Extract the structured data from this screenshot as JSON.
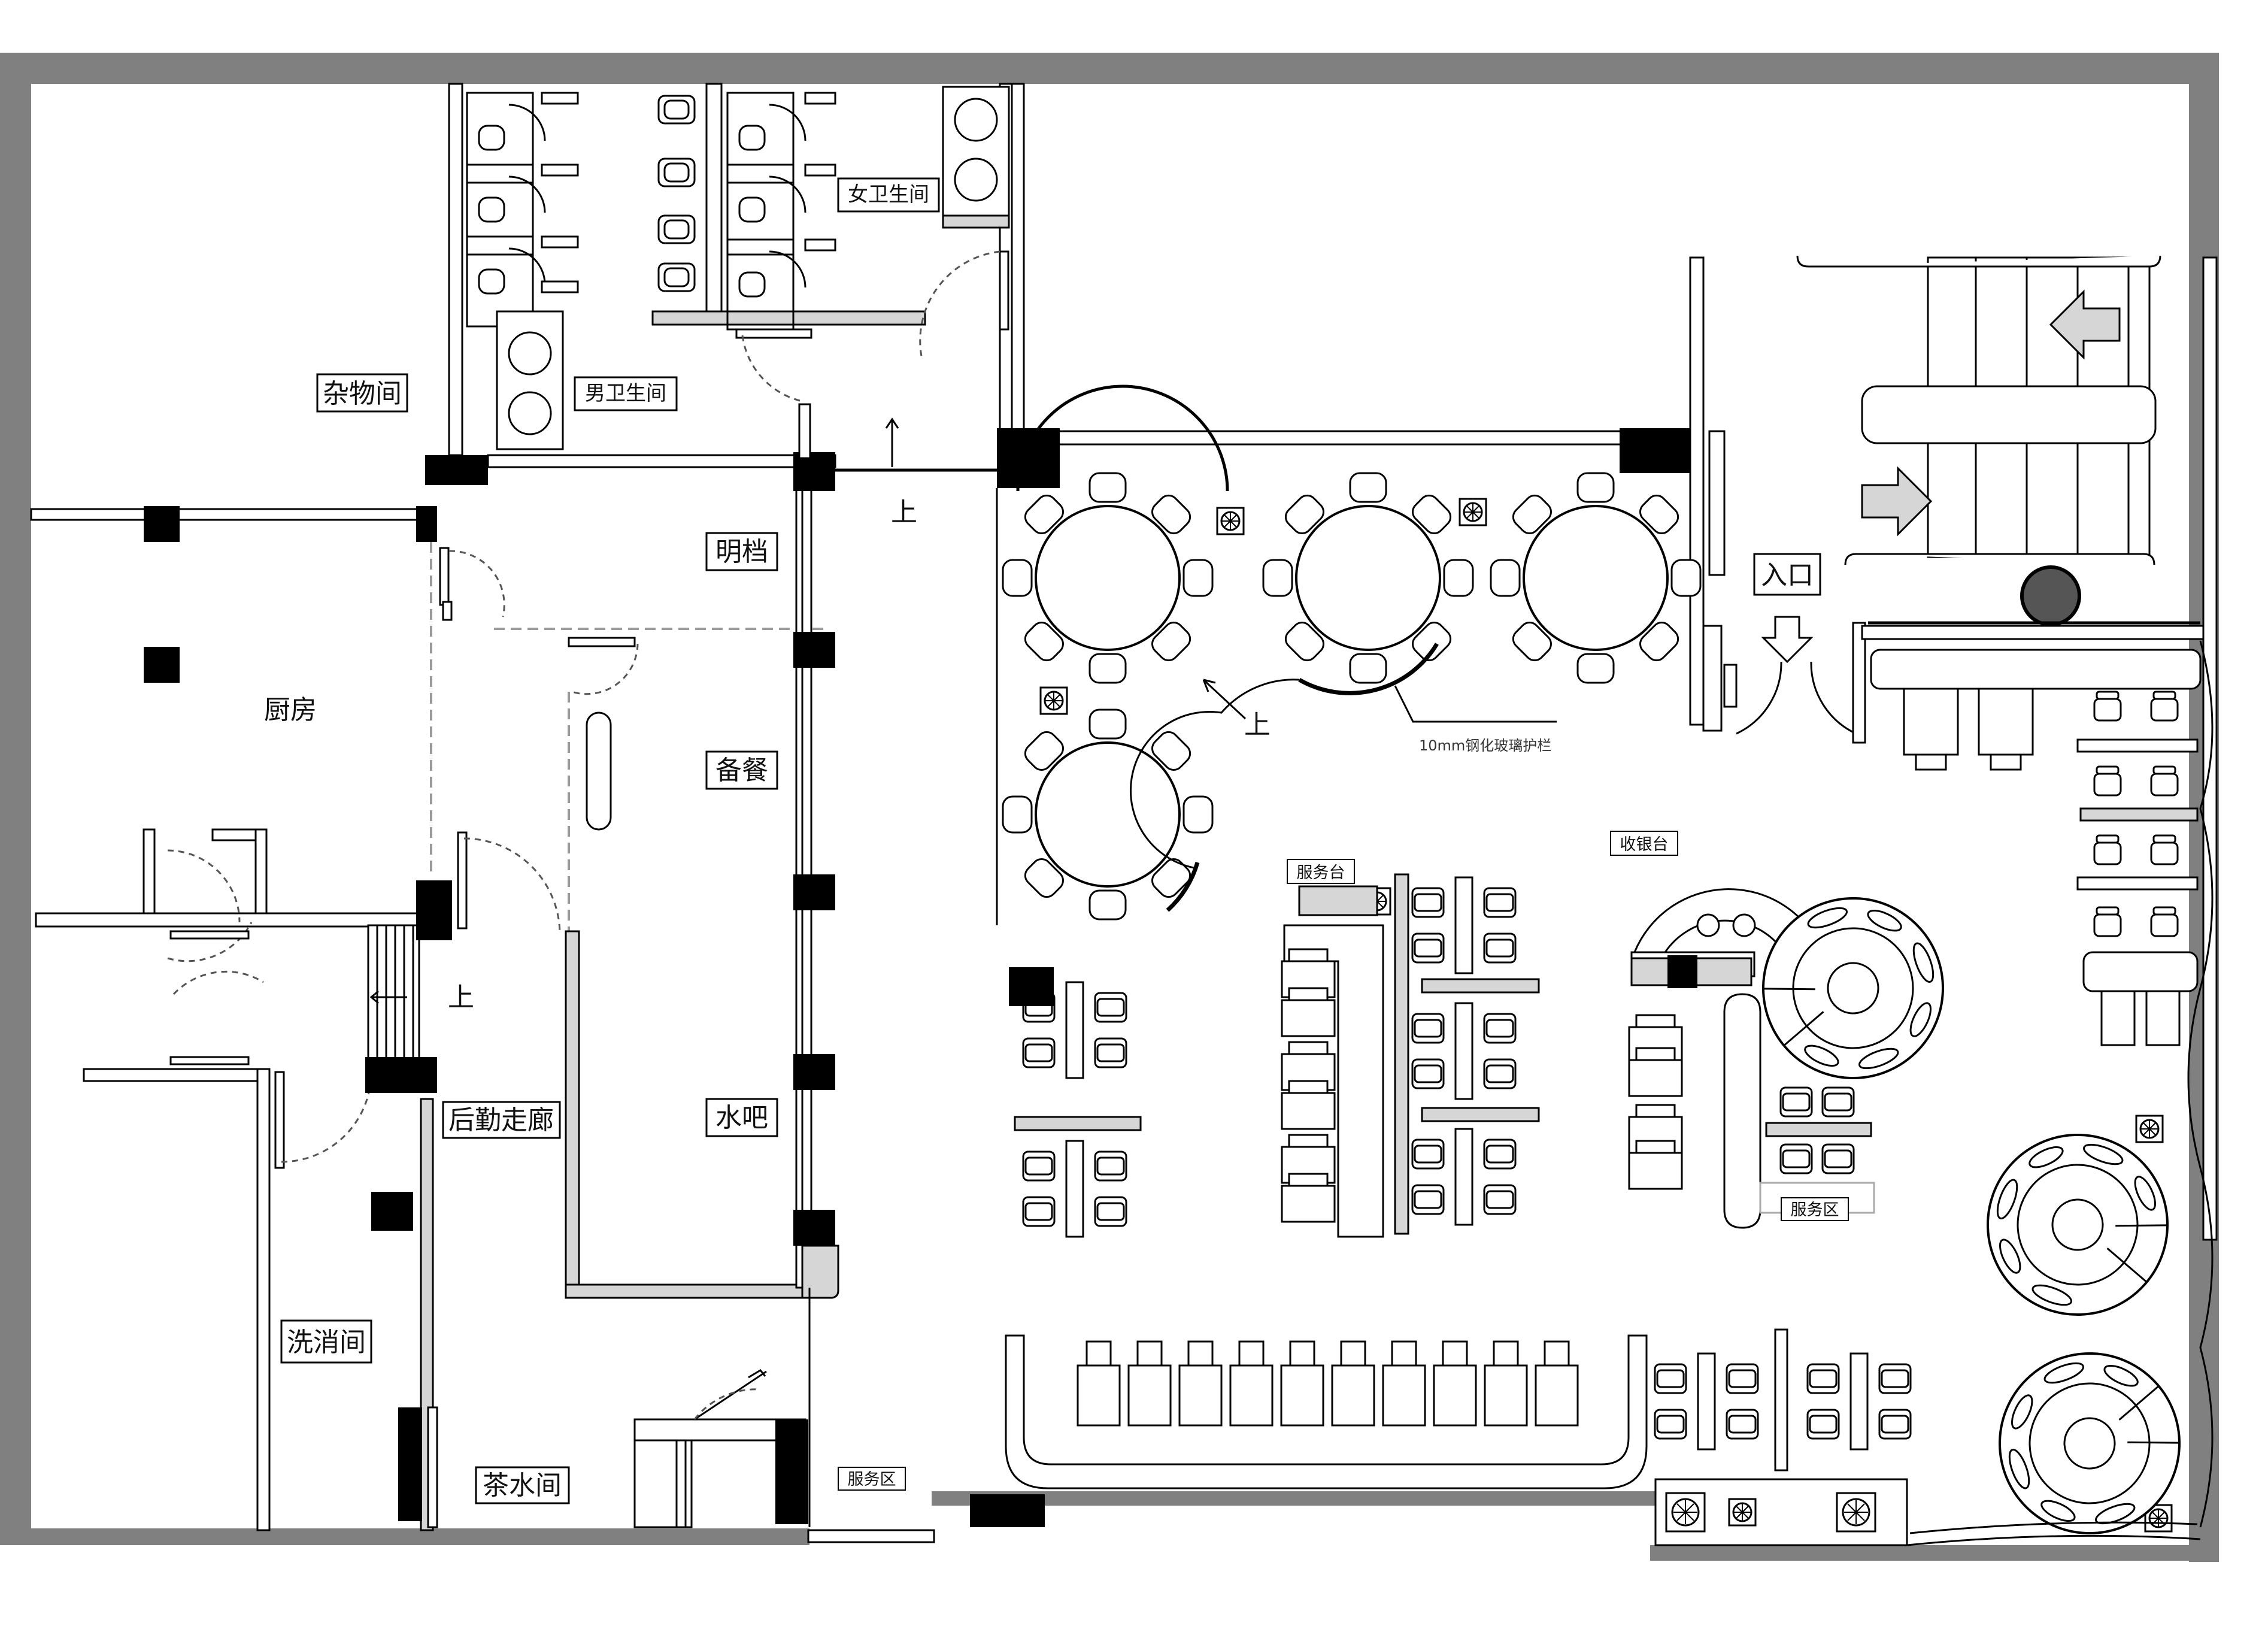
{
  "rooms": {
    "storage": "杂物间",
    "kitchen": "厨房",
    "mens_restroom": "男卫生间",
    "womens_restroom": "女卫生间",
    "open_kitchen": "明档",
    "prep": "备餐",
    "water_bar": "水吧",
    "logistics_corridor": "后勤走廊",
    "dishwashing": "洗消间",
    "tea_room": "茶水间",
    "entrance": "入口"
  },
  "tags": {
    "service_desk": "服务台",
    "cashier": "收银台",
    "service_area_right": "服务区",
    "service_area_bottom": "服务区"
  },
  "notes": {
    "glass_rail": "10mm钢化玻璃护栏",
    "up_main": "上",
    "up_dining": "上",
    "up_service": "上"
  },
  "colors": {
    "outer_wall": "#808080",
    "column": "#000000",
    "line": "#000000"
  }
}
